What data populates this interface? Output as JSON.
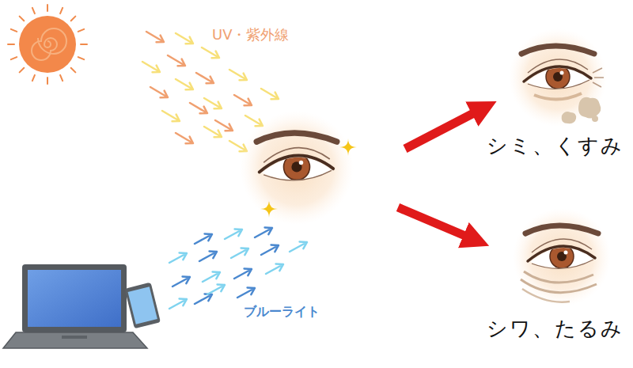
{
  "diagram": {
    "nodes": [
      {
        "text": [
          "シミ、くすみ"
        ]
      },
      {
        "text": [
          "シワ、たるみ"
        ]
      }
    ],
    "labels": [
      "UV・紫外線",
      "ブルーライト"
    ]
  }
}
